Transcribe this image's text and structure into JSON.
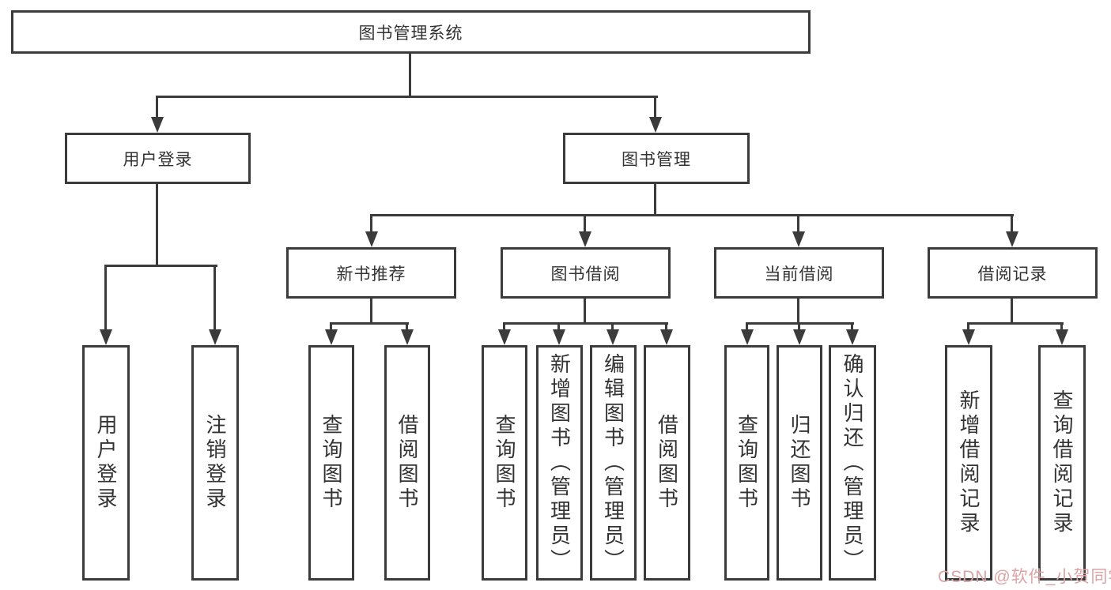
{
  "colors": {
    "background": "#ffffff",
    "line": "#3b3b3b",
    "box_border": "#3b3b3b",
    "text": "#333333",
    "watermark": "#dda2a4"
  },
  "watermark": {
    "text": "CSDN @软件_小贺同学"
  },
  "tree": {
    "root": "图书管理系统",
    "branches": [
      {
        "label": "用户登录",
        "children": [
          {
            "label": "用户登录"
          },
          {
            "label": "注销登录"
          }
        ]
      },
      {
        "label": "图书管理",
        "children": [
          {
            "label": "新书推荐",
            "children": [
              {
                "label": "查询图书"
              },
              {
                "label": "借阅图书"
              }
            ]
          },
          {
            "label": "图书借阅",
            "children": [
              {
                "label": "查询图书"
              },
              {
                "label": "新增图书（管理员）"
              },
              {
                "label": "编辑图书（管理员）"
              },
              {
                "label": "借阅图书"
              }
            ]
          },
          {
            "label": "当前借阅",
            "children": [
              {
                "label": "查询图书"
              },
              {
                "label": "归还图书"
              },
              {
                "label": "确认归还（管理员）"
              }
            ]
          },
          {
            "label": "借阅记录",
            "children": [
              {
                "label": "新增借阅记录"
              },
              {
                "label": "查询借阅记录"
              }
            ]
          }
        ]
      }
    ]
  }
}
